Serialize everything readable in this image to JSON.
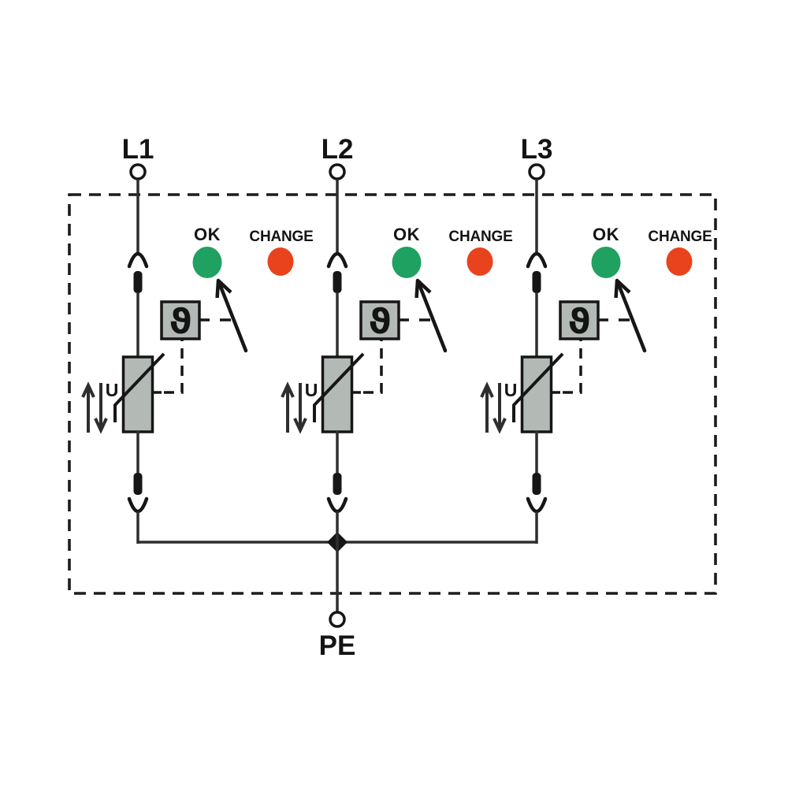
{
  "diagram": {
    "phase_terminals": [
      {
        "label": "L1"
      },
      {
        "label": "L2"
      },
      {
        "label": "L3"
      }
    ],
    "earth_terminal": {
      "label": "PE"
    },
    "indicators": {
      "ok_label": "OK",
      "change_label": "CHANGE"
    },
    "symbols": {
      "thermal_disconnect": "ϑ",
      "voltage": "U"
    },
    "colors": {
      "ok_led": "#1fa161",
      "change_led": "#e8431c",
      "component_fill": "#b3b9b5",
      "component_stroke": "#161616",
      "wire": "#2e2e2e",
      "enclosure_dash": "#1c1c1c",
      "background": "#ffffff"
    }
  }
}
